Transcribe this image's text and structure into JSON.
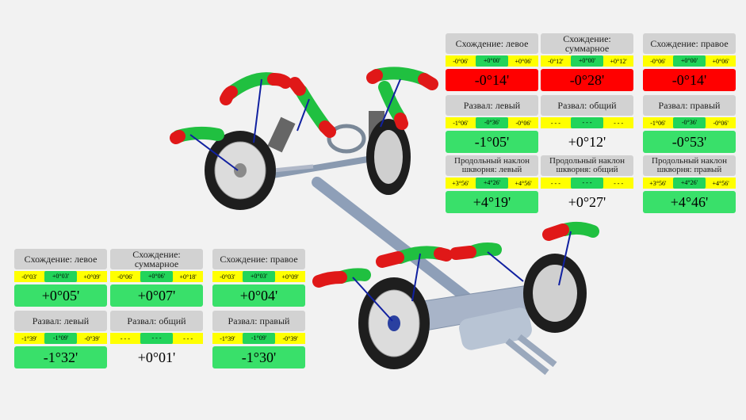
{
  "front": [
    {
      "title": "Схождение: левое",
      "min": "-0°06'",
      "ideal": "+0°00'",
      "max": "+0°06'",
      "value": "-0°14'",
      "status": "red"
    },
    {
      "title": "Схождение: суммарное",
      "min": "-0°12'",
      "ideal": "+0°00'",
      "max": "+0°12'",
      "value": "-0°28'",
      "status": "red"
    },
    {
      "title": "Схождение: правое",
      "min": "-0°06'",
      "ideal": "+0°00'",
      "max": "+0°06'",
      "value": "-0°14'",
      "status": "red"
    },
    {
      "title": "Развал: левый",
      "min": "-1°06'",
      "ideal": "-0°36'",
      "max": "-0°06'",
      "value": "-1°05'",
      "status": "green"
    },
    {
      "title": "Развал: общий",
      "min": "- - -",
      "ideal": "- - -",
      "max": "- - -",
      "value": "+0°12'",
      "status": "plain"
    },
    {
      "title": "Развал: правый",
      "min": "-1°06'",
      "ideal": "-0°36'",
      "max": "-0°06'",
      "value": "-0°53'",
      "status": "green"
    },
    {
      "title": "Продольный наклон шкворня: левый",
      "min": "+3°56'",
      "ideal": "+4°26'",
      "max": "+4°56'",
      "value": "+4°19'",
      "status": "green"
    },
    {
      "title": "Продольный наклон шкворня: общий",
      "min": "- - -",
      "ideal": "- - -",
      "max": "- - -",
      "value": "+0°27'",
      "status": "plain"
    },
    {
      "title": "Продольный наклон шкворня: правый",
      "min": "+3°56'",
      "ideal": "+4°26'",
      "max": "+4°56'",
      "value": "+4°46'",
      "status": "green"
    }
  ],
  "rear": [
    {
      "title": "Схождение: левое",
      "min": "-0°03'",
      "ideal": "+0°03'",
      "max": "+0°09'",
      "value": "+0°05'",
      "status": "green"
    },
    {
      "title": "Схождение: суммарное",
      "min": "-0°06'",
      "ideal": "+0°06'",
      "max": "+0°18'",
      "value": "+0°07'",
      "status": "green"
    },
    {
      "title": "Схождение: правое",
      "min": "-0°03'",
      "ideal": "+0°03'",
      "max": "+0°09'",
      "value": "+0°04'",
      "status": "green"
    },
    {
      "title": "Развал: левый",
      "min": "-1°39'",
      "ideal": "-1°09'",
      "max": "-0°39'",
      "value": "-1°32'",
      "status": "green"
    },
    {
      "title": "Развал: общий",
      "min": "- - -",
      "ideal": "- - -",
      "max": "- - -",
      "value": "+0°01'",
      "status": "plain"
    },
    {
      "title": "Развал: правый",
      "min": "-1°39'",
      "ideal": "-1°09'",
      "max": "-0°39'",
      "value": "-1°30'",
      "status": "green"
    }
  ],
  "colors": {
    "red": "#ff0000",
    "green": "#39e06a",
    "yellow": "#ffff00",
    "ideal": "#22d45a"
  }
}
